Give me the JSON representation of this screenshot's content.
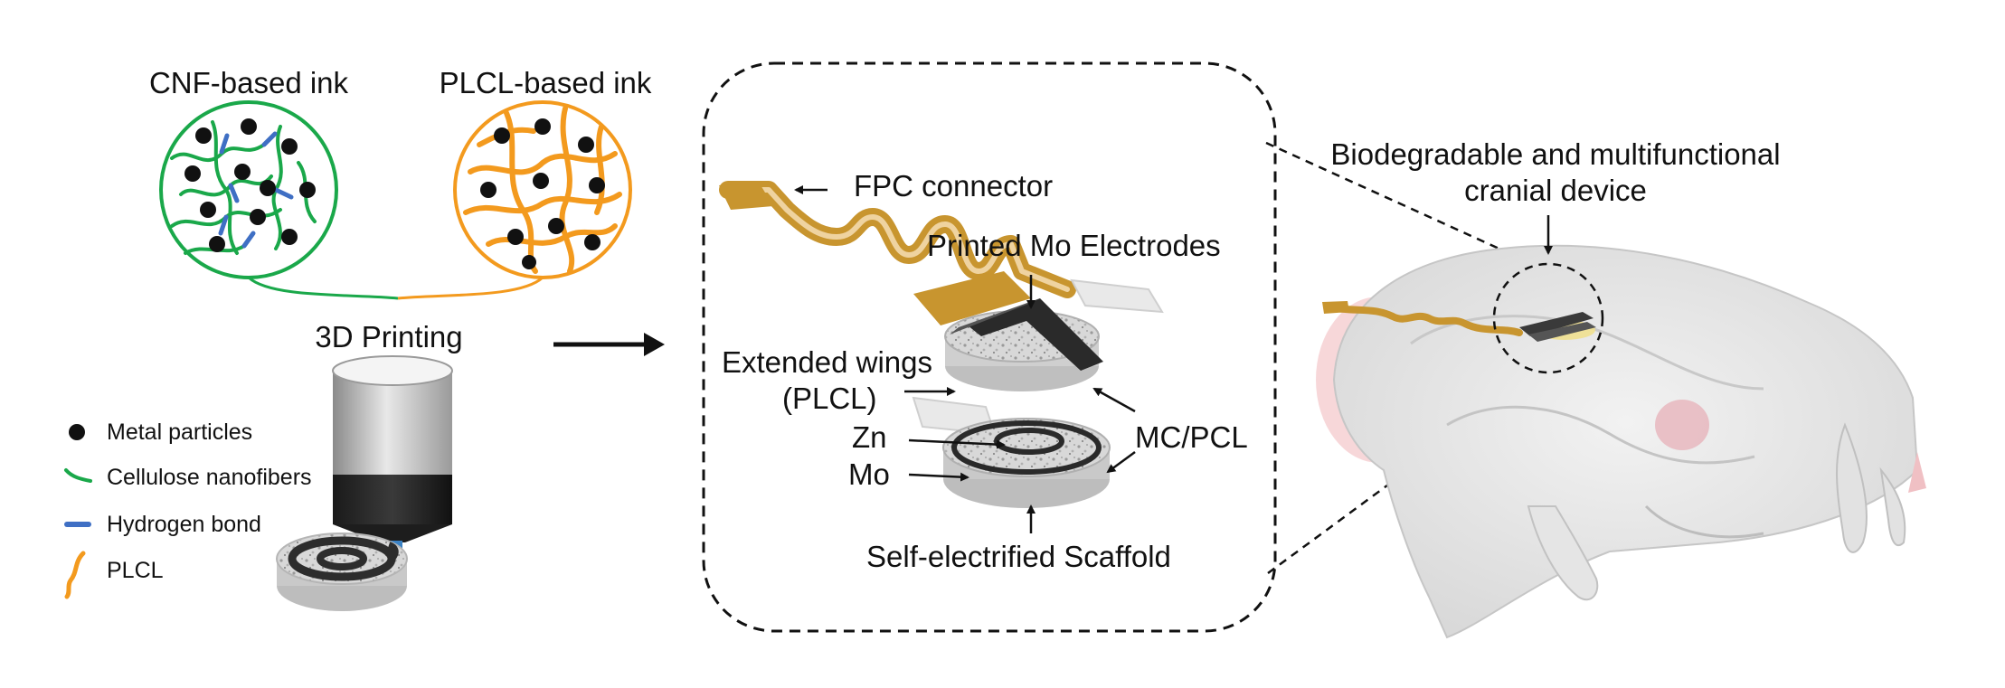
{
  "inks": {
    "cnf_label": "CNF-based ink",
    "plcl_label": "PLCL-based ink",
    "printing_label": "3D Printing"
  },
  "legend": [
    {
      "icon": "metal-particle-icon",
      "label": "Metal particles"
    },
    {
      "icon": "cellulose-nanofiber-icon",
      "label": "Cellulose nanofibers"
    },
    {
      "icon": "hydrogen-bond-icon",
      "label": "Hydrogen bond"
    },
    {
      "icon": "plcl-fiber-icon",
      "label": "PLCL"
    }
  ],
  "device": {
    "fpc": "FPC connector",
    "electrodes": "Printed Mo Electrodes",
    "wings_1": "Extended wings",
    "wings_2": "(PLCL)",
    "zn": "Zn",
    "mo": "Mo",
    "mcpcl": "MC/PCL",
    "scaffold": "Self-electrified Scaffold"
  },
  "cranial": {
    "line1": "Biodegradable and multifunctional",
    "line2": "cranial device"
  },
  "colors": {
    "cnf_green": "#1aa84a",
    "plcl_orange": "#f39a1e",
    "bond_blue": "#3f6fc4",
    "particle": "#111111",
    "gold": "#c8952f"
  }
}
